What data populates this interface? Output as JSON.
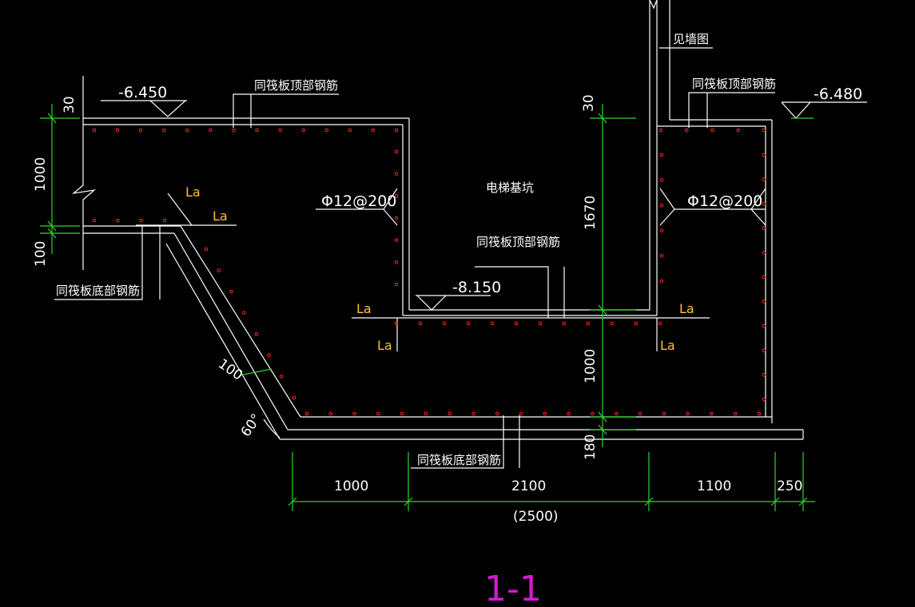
{
  "drawing": {
    "section_title": "1-1",
    "pit_label": "电梯基坑",
    "see_wall": "见墙图",
    "elevations": {
      "left_top": "-6.450",
      "right_top": "-6.480",
      "pit_bottom": "-8.150"
    },
    "notes": {
      "top_rebar_left": "同筏板顶部钢筋",
      "top_rebar_right": "同筏板顶部钢筋",
      "top_rebar_center": "同筏板顶部钢筋",
      "bottom_rebar_left": "同筏板底部钢筋",
      "bottom_rebar_center": "同筏板底部钢筋"
    },
    "rebar_left": "Φ12@200",
    "rebar_right": "Φ12@200",
    "anchor_label": "La",
    "angle": "60°",
    "dims": {
      "left_30": "30",
      "left_1000": "1000",
      "left_100": "100",
      "slope_100": "100",
      "mid_30": "30",
      "mid_1670": "1670",
      "mid_1000": "1000",
      "mid_180": "180",
      "b_1000": "1000",
      "b_2100": "2100",
      "b_1100": "1100",
      "b_250": "250",
      "b_total": "(2500)"
    }
  },
  "colors": {
    "background": "#000000",
    "outline": "#ffffff",
    "dimension": "#2cd62c",
    "rebar": "#ff2a2a",
    "anchor": "#ffc233",
    "title": "#d21ad2"
  }
}
